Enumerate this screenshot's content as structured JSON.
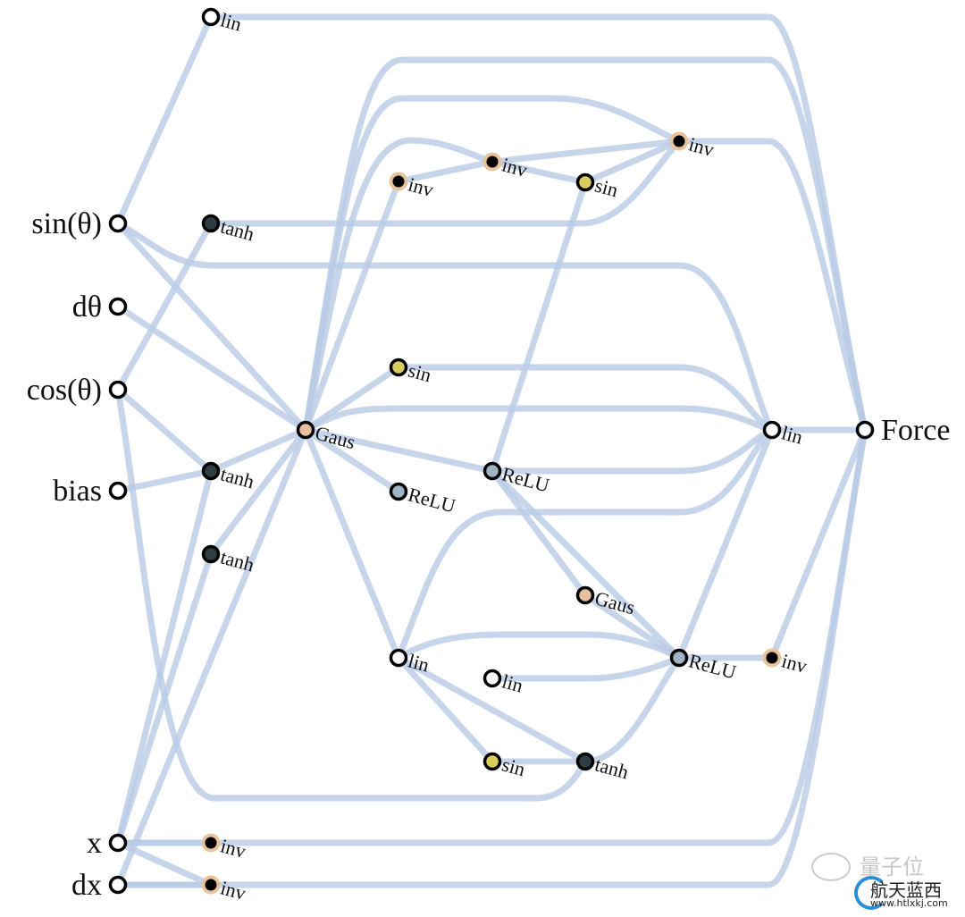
{
  "colors": {
    "edge": "#b9cbe6",
    "inv_fill": "#000000",
    "inv_stroke": "#e8c49a",
    "sin_fill": "#d8cd5c",
    "tanh_fill": "#2e3d42",
    "gaus_fill": "#e8c0a0",
    "relu_fill": "#9fb4c4",
    "lin_fill": "#ffffff"
  },
  "inputs": [
    {
      "id": "in_sin",
      "label": "sin(θ)"
    },
    {
      "id": "in_dtheta",
      "label": "dθ"
    },
    {
      "id": "in_cos",
      "label": "cos(θ)"
    },
    {
      "id": "in_bias",
      "label": "bias"
    },
    {
      "id": "in_x",
      "label": "x"
    },
    {
      "id": "in_dx",
      "label": "dx"
    }
  ],
  "output": {
    "id": "force",
    "label": "Force"
  },
  "nodes": [
    {
      "id": "lin1",
      "type": "lin",
      "label": "lin"
    },
    {
      "id": "tanh1",
      "type": "tanh",
      "label": "tanh"
    },
    {
      "id": "tanh2",
      "type": "tanh",
      "label": "tanh"
    },
    {
      "id": "tanh3",
      "type": "tanh",
      "label": "tanh"
    },
    {
      "id": "inv_x",
      "type": "inv",
      "label": "inv"
    },
    {
      "id": "inv_dx",
      "type": "inv",
      "label": "inv"
    },
    {
      "id": "gaus1",
      "type": "gaus",
      "label": "Gaus"
    },
    {
      "id": "inv_a",
      "type": "inv",
      "label": "inv"
    },
    {
      "id": "sin_a",
      "type": "sin",
      "label": "sin"
    },
    {
      "id": "relu_a",
      "type": "relu",
      "label": "ReLU"
    },
    {
      "id": "lin_a",
      "type": "lin",
      "label": "lin"
    },
    {
      "id": "inv_b",
      "type": "inv",
      "label": "inv"
    },
    {
      "id": "relu_b",
      "type": "relu",
      "label": "ReLU"
    },
    {
      "id": "lin_b",
      "type": "lin",
      "label": "lin"
    },
    {
      "id": "sin_b",
      "type": "sin",
      "label": "sin"
    },
    {
      "id": "sin_c",
      "type": "sin",
      "label": "sin"
    },
    {
      "id": "gaus_c",
      "type": "gaus",
      "label": "Gaus"
    },
    {
      "id": "tanh_c",
      "type": "tanh",
      "label": "tanh"
    },
    {
      "id": "inv_d",
      "type": "inv",
      "label": "inv"
    },
    {
      "id": "relu_d",
      "type": "relu",
      "label": "ReLU"
    },
    {
      "id": "lin_e",
      "type": "lin",
      "label": "lin"
    },
    {
      "id": "inv_e",
      "type": "inv",
      "label": "inv"
    }
  ],
  "edges": [
    [
      "in_sin",
      "lin1"
    ],
    [
      "in_sin",
      "lin_e"
    ],
    [
      "in_sin",
      "gaus1"
    ],
    [
      "in_dtheta",
      "gaus1"
    ],
    [
      "in_cos",
      "tanh1"
    ],
    [
      "in_cos",
      "tanh2"
    ],
    [
      "in_cos",
      "tanh_c"
    ],
    [
      "in_bias",
      "tanh2"
    ],
    [
      "in_x",
      "tanh2"
    ],
    [
      "in_x",
      "tanh3"
    ],
    [
      "in_x",
      "inv_x"
    ],
    [
      "in_x",
      "inv_dx"
    ],
    [
      "in_x",
      "force"
    ],
    [
      "in_dx",
      "gaus1"
    ],
    [
      "in_dx",
      "inv_dx"
    ],
    [
      "in_dx",
      "force"
    ],
    [
      "lin1",
      "force"
    ],
    [
      "tanh1",
      "inv_d"
    ],
    [
      "tanh2",
      "gaus1"
    ],
    [
      "tanh3",
      "gaus1"
    ],
    [
      "gaus1",
      "inv_a"
    ],
    [
      "gaus1",
      "sin_a"
    ],
    [
      "gaus1",
      "relu_a"
    ],
    [
      "gaus1",
      "relu_b"
    ],
    [
      "gaus1",
      "lin_a"
    ],
    [
      "gaus1",
      "lin_e"
    ],
    [
      "gaus1",
      "force"
    ],
    [
      "gaus1",
      "inv_d"
    ],
    [
      "gaus1",
      "inv_b"
    ],
    [
      "inv_a",
      "inv_b"
    ],
    [
      "inv_b",
      "sin_c"
    ],
    [
      "inv_b",
      "inv_d"
    ],
    [
      "sin_c",
      "inv_d"
    ],
    [
      "sin_c",
      "relu_b"
    ],
    [
      "inv_d",
      "force"
    ],
    [
      "sin_a",
      "lin_e"
    ],
    [
      "relu_b",
      "lin_e"
    ],
    [
      "relu_b",
      "gaus_c"
    ],
    [
      "relu_b",
      "relu_d"
    ],
    [
      "lin_a",
      "lin_e"
    ],
    [
      "lin_a",
      "relu_d"
    ],
    [
      "lin_a",
      "sin_b"
    ],
    [
      "lin_a",
      "tanh_c"
    ],
    [
      "lin_b",
      "relu_d"
    ],
    [
      "sin_b",
      "tanh_c"
    ],
    [
      "tanh_c",
      "relu_d"
    ],
    [
      "gaus_c",
      "relu_d"
    ],
    [
      "relu_d",
      "lin_e"
    ],
    [
      "relu_d",
      "inv_e"
    ],
    [
      "inv_e",
      "force"
    ],
    [
      "lin_e",
      "force"
    ]
  ],
  "watermark": {
    "line1": "量子位",
    "line2": "航天蓝西",
    "line3": "www.htlxkj.com"
  }
}
